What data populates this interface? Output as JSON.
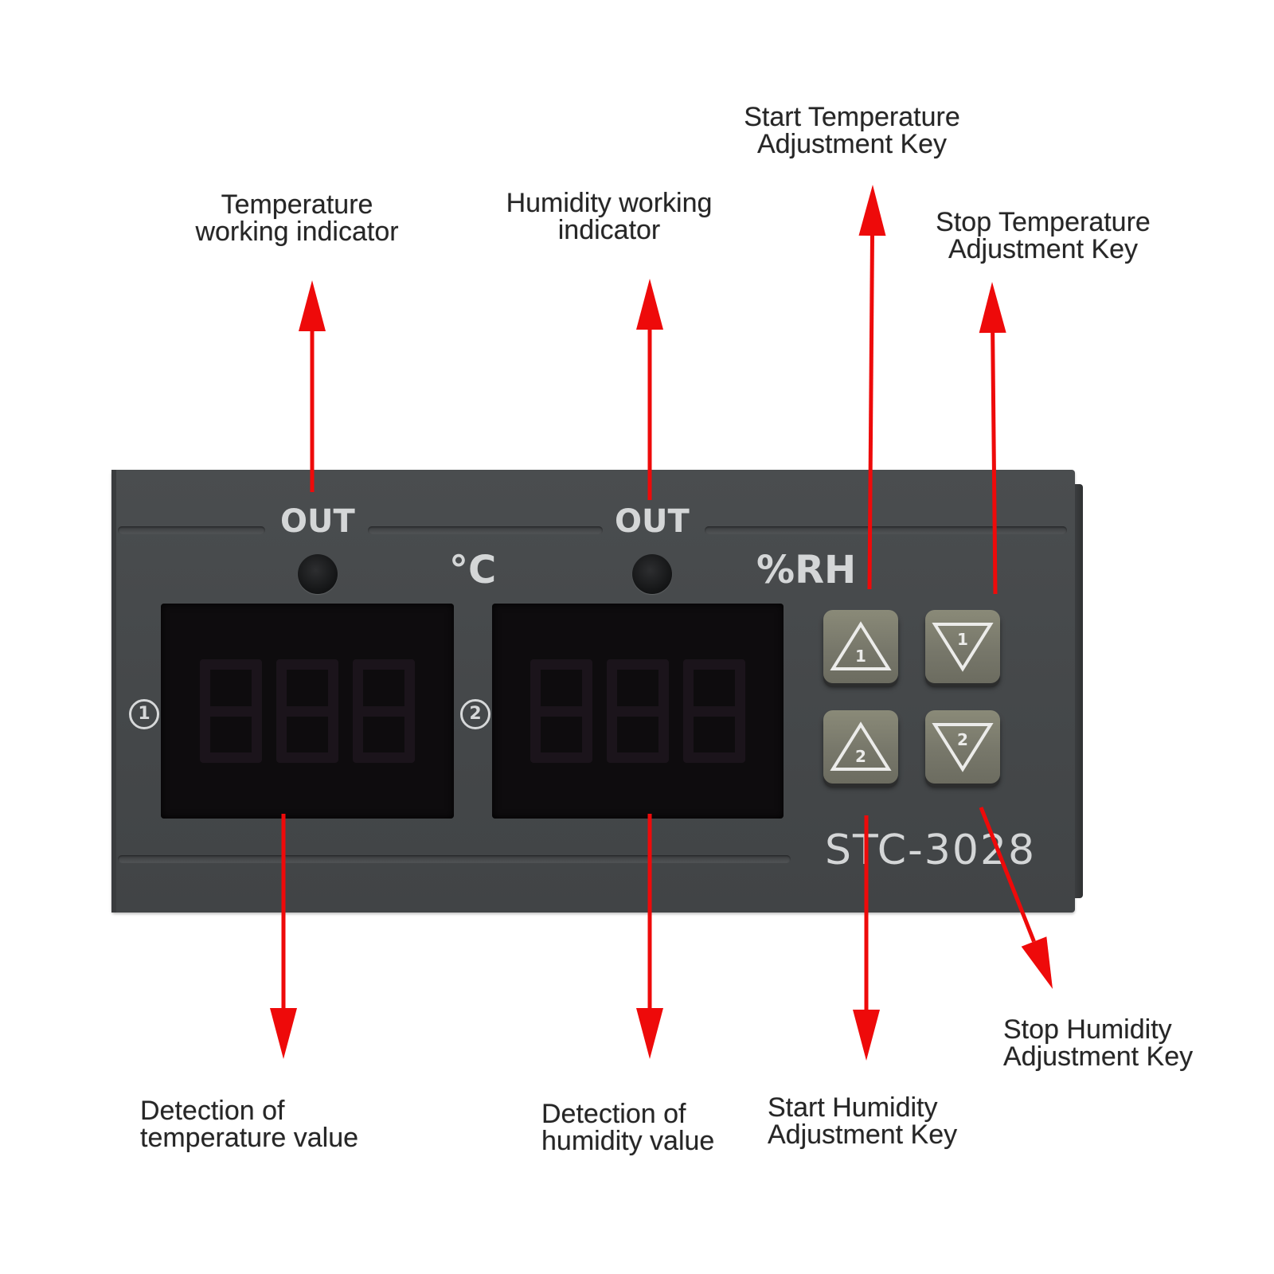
{
  "labels": {
    "temp_indicator": [
      "Temperature",
      "working indicator"
    ],
    "humidity_indicator": [
      "Humidity working",
      "indicator"
    ],
    "start_temp_key": [
      "Start Temperature",
      "Adjustment Key"
    ],
    "stop_temp_key": [
      "Stop Temperature",
      "Adjustment Key"
    ],
    "detect_temp": [
      "Detection of",
      "temperature value"
    ],
    "detect_humidity": [
      "Detection of",
      "humidity value"
    ],
    "start_humidity_key": [
      "Start Humidity",
      "Adjustment Key"
    ],
    "stop_humidity_key": [
      "Stop Humidity",
      "Adjustment Key"
    ]
  },
  "device": {
    "out_left": "OUT",
    "out_right": "OUT",
    "unit_temp": "°C",
    "unit_humidity": "%RH",
    "channel_1": "1",
    "channel_2": "2",
    "model": "STC-3028",
    "keys": {
      "up_1": "1",
      "down_1": "1",
      "up_2": "2",
      "down_2": "2"
    }
  },
  "colors": {
    "arrow": "#ee0a0a",
    "housing": "#45484a",
    "key": "#7a7a6c"
  }
}
